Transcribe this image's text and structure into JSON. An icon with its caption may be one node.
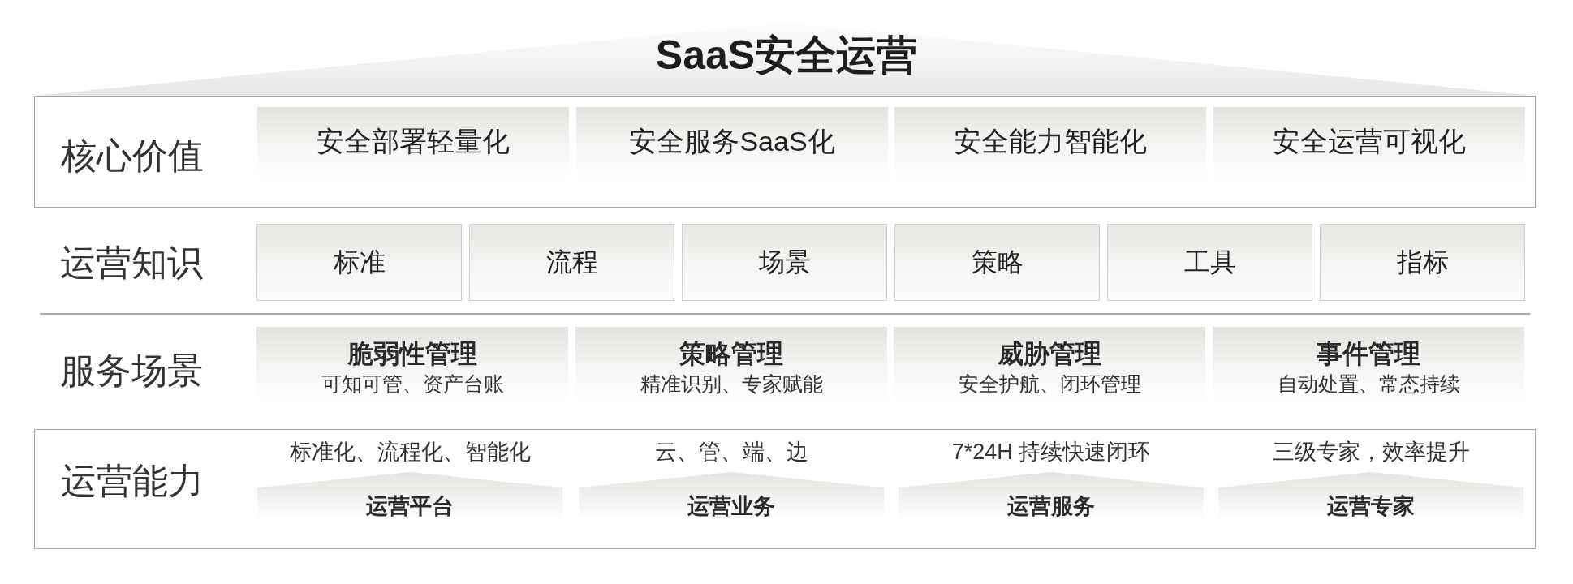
{
  "diagram": {
    "title": "SaaS安全运营",
    "nodes": [
      {
        "text": [
          "核心价值"
        ]
      },
      {
        "text": [
          "安全部署轻量化"
        ],
        "in": 0
      },
      {
        "text": [
          "安全服务SaaS化"
        ],
        "in": 0
      },
      {
        "text": [
          "安全能力智能化"
        ],
        "in": 0
      },
      {
        "text": [
          "安全运营可视化"
        ],
        "in": 0
      },
      {
        "text": [
          "标准"
        ]
      },
      {
        "text": [
          "流程"
        ]
      },
      {
        "text": [
          "场景"
        ]
      },
      {
        "text": [
          "策略"
        ]
      },
      {
        "text": [
          "工具"
        ]
      },
      {
        "text": [
          "指标"
        ]
      },
      {
        "text": [
          "脆弱性管理",
          "可知可管、资产台账"
        ]
      },
      {
        "text": [
          "策略管理",
          "精准识别、专家赋能"
        ]
      },
      {
        "text": [
          "威胁管理",
          "安全护航、闭环管理"
        ]
      },
      {
        "text": [
          "事件管理",
          "自动处置、常态持续"
        ]
      },
      {
        "text": [
          "运营能力"
        ]
      },
      {
        "text": [
          "运营平台"
        ],
        "in": 15,
        "beside": [
          "标准化、流程化、智能化"
        ]
      },
      {
        "text": [
          "运营业务"
        ],
        "in": 15,
        "beside": [
          "云、管、端、边"
        ]
      },
      {
        "text": [
          "运营服务"
        ],
        "in": 15,
        "beside": [
          "7*24H 持续快速闭环"
        ]
      },
      {
        "text": [
          "运营专家"
        ],
        "in": 15,
        "beside": [
          "三级专家，效率提升"
        ]
      }
    ],
    "edges": [],
    "labels": [
      "运营知识",
      "服务场景"
    ]
  }
}
